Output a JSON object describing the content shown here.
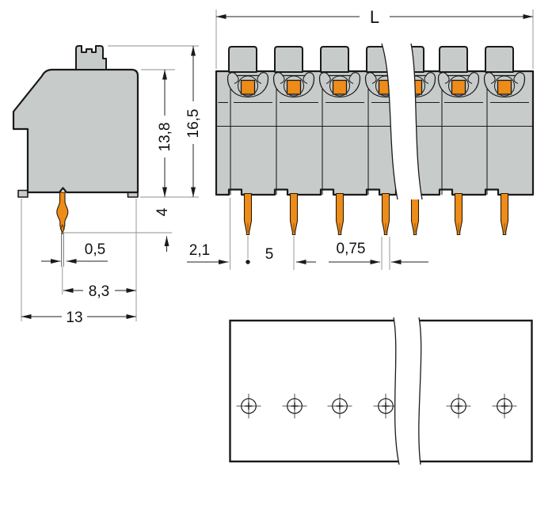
{
  "dims": {
    "length": "L",
    "total_height": "16,5",
    "housing_height": "13,8",
    "pin_length": "4",
    "contact_blade_thickness": "0,5",
    "pin_to_front_edge": "8,3",
    "housing_depth": "13",
    "end_to_first_pin": "2,1",
    "pin_pitch": "5",
    "pin_width": "0,75"
  },
  "colors": {
    "housing_gray": "#c7cbc9",
    "conductor_orange": "#ee8c1a",
    "outline": "#1a1a1a",
    "dimension_line": "#222222",
    "extension_line": "#8f8f8f",
    "background": "#ffffff"
  }
}
